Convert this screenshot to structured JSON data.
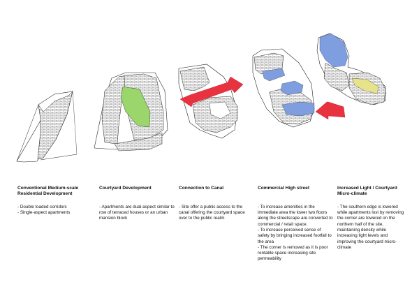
{
  "colors": {
    "ink": "#111111",
    "green": "#9ad66b",
    "blue": "#7f9ee0",
    "yellow": "#e7e38a",
    "arrow": "#e8323f"
  },
  "stages": [
    {
      "title": "Conventional Medium-scale\nResidential Development",
      "bullets": [
        "- Double loaded corridors",
        "- Single-aspect apartments"
      ]
    },
    {
      "title": "Courtyard Development",
      "bullets": [
        "- Apartments are dual-aspect similar to row of terraced houses or an urban mansion block"
      ]
    },
    {
      "title": "Connection to Canal",
      "bullets": [
        "- Site offer a public access to the canal offering the courtyard space over to the public realm"
      ]
    },
    {
      "title": "Commercial High street",
      "bullets": [
        "- To increase amenities in the immediate area the lower two floors along the streetscape are converted to commercial / retail space.",
        "- To increase perceived sense of safety by bringing increased footfall to the area",
        "- The corner is removed as it is poor rentable space increasing site permeability"
      ]
    },
    {
      "title": "Increased Light / Courtyard\nMicro-climate",
      "bullets": [
        "- The southern edge is lowered while apartments lost by removing the corner are towered on the northern half of the site, maintaining density while increasing light levels and improving the courtyard micro-climate"
      ]
    }
  ]
}
